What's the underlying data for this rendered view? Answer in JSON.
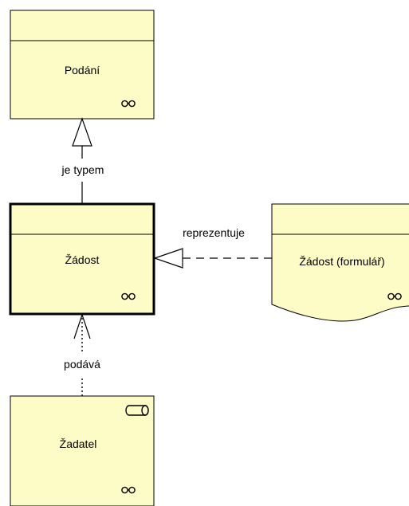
{
  "colors": {
    "fill": "#fdfbc6",
    "stroke": "#000000",
    "background": "#ffffff"
  },
  "elements": {
    "podani": {
      "label": "Podání",
      "icon": "business-object-icon"
    },
    "zadost": {
      "label": "Žádost",
      "icon": "business-object-icon"
    },
    "formular": {
      "label": "Žádost (formulář)",
      "icon": "business-object-icon"
    },
    "zadatel": {
      "label": "Žadatel",
      "icon": "business-object-icon",
      "type_icon": "business-role-icon"
    }
  },
  "relations": {
    "je_typem": {
      "label": "je typem"
    },
    "reprezentuje": {
      "label": "reprezentuje"
    },
    "podava": {
      "label": "podává"
    }
  }
}
